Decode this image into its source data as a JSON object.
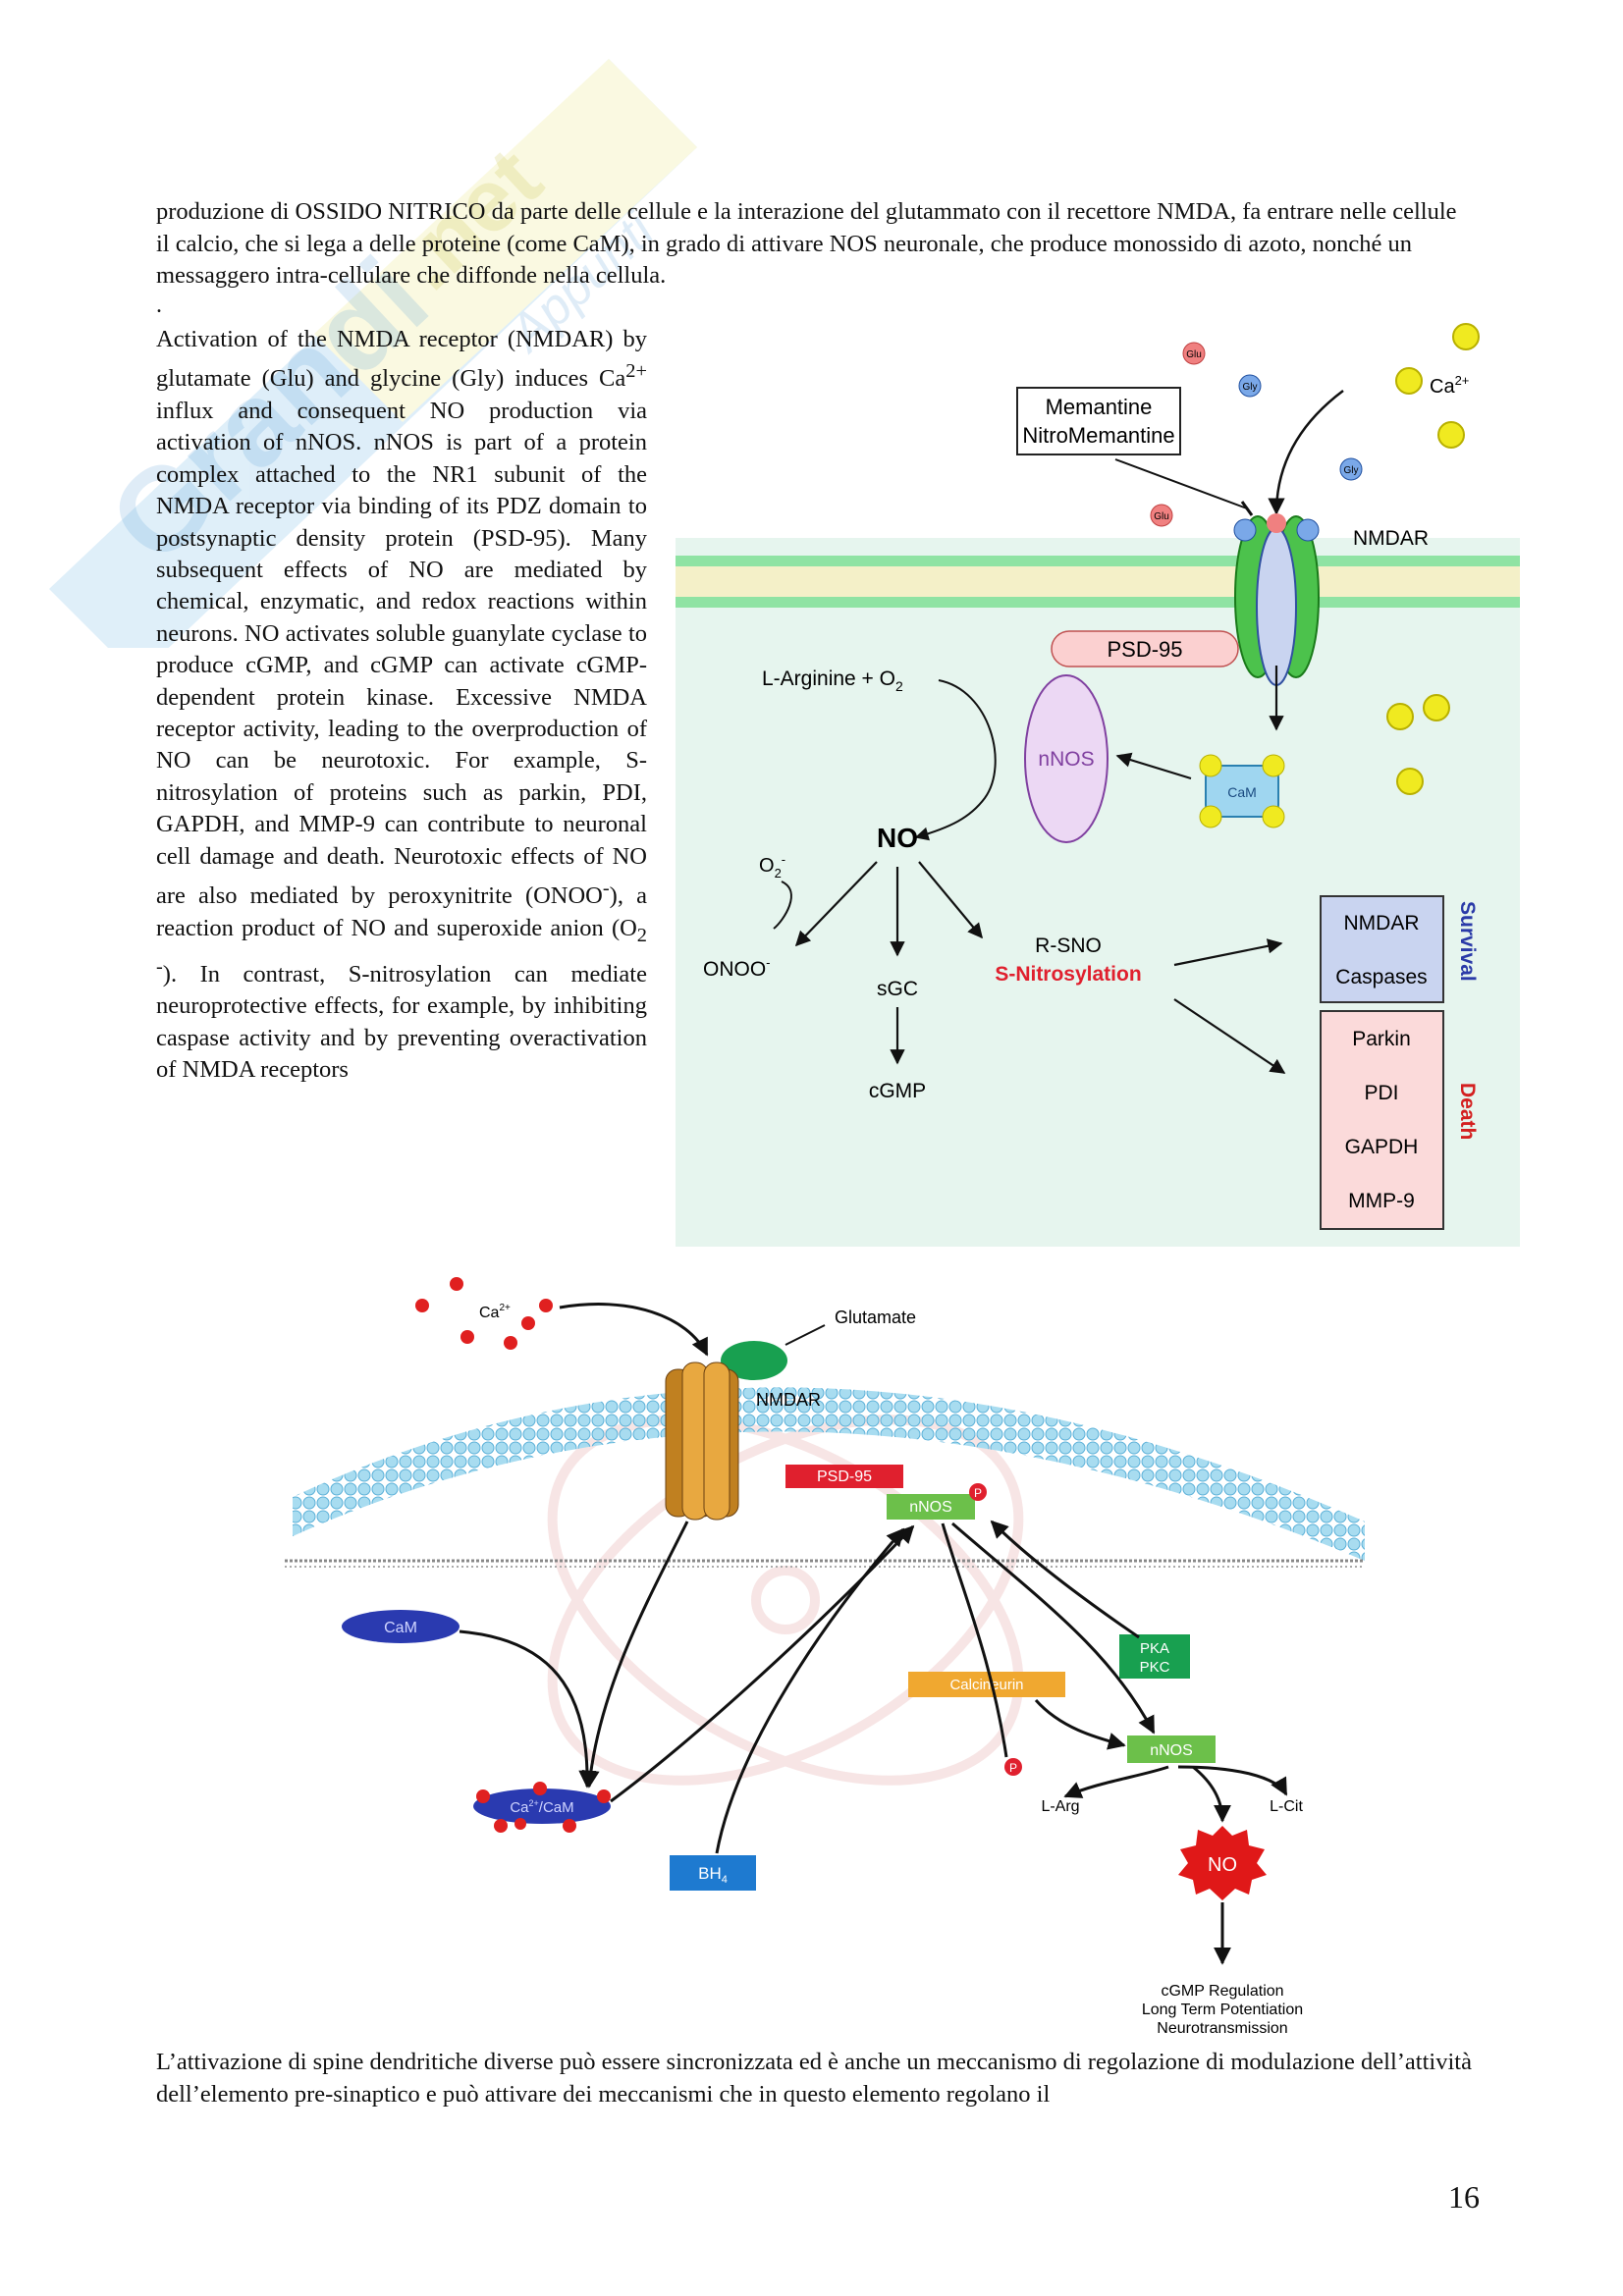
{
  "watermark": {
    "text_a": "Grandi",
    "text_b": "Appunti",
    "text_c": ".net"
  },
  "para_intro": "produzione di OSSIDO NITRICO da parte delle cellule e la interazione del glutammato con il recettore NMDA, fa entrare nelle cellule il calcio, che si lega a delle proteine (come CaM), in grado di attivare NOS neuronale, che produce monossido di azoto, nonché un messaggero intra-cellulare che diffonde nella cellula.",
  "dot": ".",
  "para_side_html": "Activation of the NMDA receptor (NMDAR) by glutamate (Glu) and glycine (Gly) induces Ca<sup>2+</sup> influx and consequent NO production via activation of nNOS. nNOS is part of a protein complex attached to the NR1 subunit of the NMDA receptor via binding of its PDZ domain to postsynaptic density protein (PSD-95). Many subsequent effects of NO are mediated by chemical, enzymatic, and redox reactions within neurons. NO activates soluble guanylate cyclase to produce cGMP, and cGMP can activate cGMP-dependent protein kinase. Excessive NMDA receptor activity, leading to the overproduction of NO can be neurotoxic. For example, S-nitrosylation of proteins such as parkin, PDI, GAPDH, and MMP-9 can contribute to neuronal cell damage and death. Neurotoxic effects of NO are also mediated by peroxynitrite (ONOO<sup>-</sup>), a reaction product of NO and superoxide anion (O<sub>2</sub> <sup>-</sup>). In contrast, S-nitrosylation can mediate neuroprotective effects, for example, by inhibiting caspase activity and by preventing overactivation of NMDA receptors",
  "fig1": {
    "glu": "Glu",
    "gly": "Gly",
    "ca": "Ca",
    "ca_sup": "2+",
    "memantine_1": "Memantine",
    "memantine_2": "NitroMemantine",
    "nmdar": "NMDAR",
    "psd95": "PSD-95",
    "larg": "L-Arginine + O",
    "larg_sub": "2",
    "nnos": "nNOS",
    "cam": "CaM",
    "no": "NO",
    "o2": "O",
    "o2_sub": "2",
    "o2_sup": "-",
    "onoo": "ONOO",
    "onoo_sup": "-",
    "sgc": "sGC",
    "cgmp": "cGMP",
    "rsno": "R-SNO",
    "snitro": "S-Nitrosylation",
    "survival_items": [
      "NMDAR",
      "Caspases"
    ],
    "death_items": [
      "Parkin",
      "PDI",
      "GAPDH",
      "MMP-9"
    ],
    "survival": "Survival",
    "death": "Death"
  },
  "fig2": {
    "ca": "Ca",
    "ca_sup": "2+",
    "glutamate": "Glutamate",
    "nmdar": "NMDAR",
    "psd95": "PSD-95",
    "nnos": "nNOS",
    "p": "P",
    "cam": "CaM",
    "pka_1": "PKA",
    "pka_2": "PKC",
    "calcineurin": "Calcineurin",
    "nnos2": "nNOS",
    "ca_cam": "Ca",
    "ca_cam_sup": "2+",
    "ca_cam_tail": "/CaM",
    "bh4": "BH",
    "bh4_sub": "4",
    "larg": "L-Arg",
    "lcit": "L-Cit",
    "no": "NO",
    "out1": "cGMP Regulation",
    "out2": "Long Term Potentiation",
    "out3": "Neurotransmission"
  },
  "para_bottom": "L’attivazione di spine dendritiche diverse può essere sincronizzata ed è anche un meccanismo di regolazione di modulazione dell’attività dell’elemento pre-sinaptico e può attivare dei meccanismi che in questo elemento regolano il",
  "page_number": "16",
  "colors": {
    "fig1_bg": "#e6f5ee",
    "membrane": "#8fe3a3",
    "red_text": "#e0202e",
    "survival": "#2a3aa8",
    "death": "#d42020"
  }
}
